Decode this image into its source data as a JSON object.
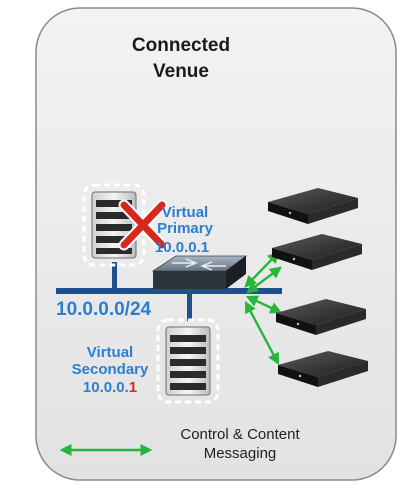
{
  "venue": {
    "title_line1": "Connected",
    "title_line2": "Venue"
  },
  "primary": {
    "line1": "Virtual",
    "line2": "Primary",
    "line3": "10.0.0.1",
    "status": "failed"
  },
  "network": {
    "subnet": "10.0.0.0/24"
  },
  "secondary": {
    "line1": "Virtual",
    "line2": "Secondary",
    "ip_prefix": "10.0.0.",
    "ip_suffix": "1"
  },
  "legend": {
    "line1": "Control & Content",
    "line2": "Messaging"
  },
  "devices": {
    "player_count": 4
  },
  "colors": {
    "panel": "#ededed",
    "label_blue": "#2a7fd0",
    "link_green": "#28b53c",
    "network_bar": "#1f4f8c",
    "fail_red": "#d6281f",
    "ip_red": "#d6281f"
  }
}
